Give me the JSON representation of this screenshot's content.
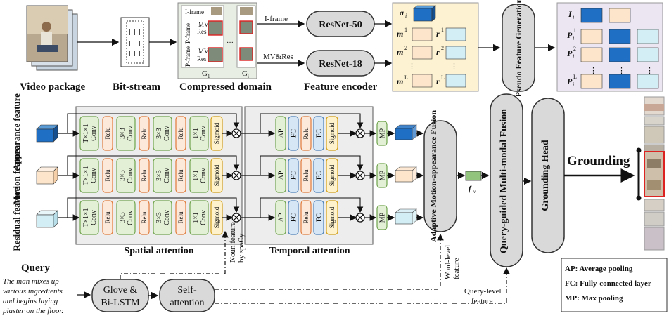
{
  "top": {
    "video_package": "Video package",
    "bitstream": "Bit-stream",
    "compressed_domain": "Compressed domain",
    "feature_encoder": "Feature encoder",
    "iframe_label": "I-frame",
    "pframe_label": "P-frame",
    "mv_label": "MV",
    "res_label": "Res",
    "g1": "G",
    "g1_sub": "1",
    "gi": "G",
    "gi_sub": "i",
    "dots": "···",
    "arrow_iframe": "I-frame",
    "arrow_mvres": "MV&Res",
    "resnet50": "ResNet-50",
    "resnet18": "ResNet-18",
    "pseudo_feature": "Pseudo Feature Generation",
    "feat_a": "a",
    "feat_a_sub": "i",
    "feat_m": "m",
    "feat_r": "r",
    "feat_sup1": "1",
    "feat_sup2": "2",
    "feat_supL": "L",
    "feat_I": "I",
    "feat_I_sub": "i",
    "feat_P": "P",
    "feat_P_sub": "i"
  },
  "middle": {
    "appearance_feature": "Appearance feature",
    "motion_feature": "Motion feature",
    "residual_feature": "Residual feature",
    "spatial_attention": "Spatial attention",
    "temporal_attention": "Temporal attention",
    "conv_txt_1x1a": "T×1×1",
    "conv_txt_1x1b": "Conv",
    "conv_3x3a": "3×3",
    "conv_3x3b": "Conv",
    "conv_1x1a": "1×1",
    "conv_1x1b": "Conv",
    "relu": "Relu",
    "sigmoid": "Sigmoid",
    "ap": "AP",
    "fc": "FC",
    "mp": "MP",
    "adaptive_fusion": "Adaptive Motion-appearance Fusion",
    "fv": "f",
    "fv_sub": "v",
    "query_guided": "Query-guided Multi-modal Fusion",
    "grounding_head": "Grounding Head",
    "grounding": "Grounding"
  },
  "bottom": {
    "query_title": "Query",
    "query_text": [
      "The man mixes up",
      "various ingredients",
      "and begins laying",
      "plaster on the floor."
    ],
    "glove": [
      "Glove &",
      "Bi-LSTM"
    ],
    "self_attention": [
      "Self-",
      "attention"
    ],
    "noun_feature": [
      "Noun feature",
      "by spaCy"
    ],
    "word_level": [
      "Word-level",
      "feature"
    ],
    "query_level": [
      "Query-level",
      "feature"
    ]
  },
  "legend": {
    "ap": "AP: Average pooling",
    "fc": "FC: Fully-connected layer",
    "mp": "MP: Max pooling"
  },
  "colors": {
    "blue_cube": "#1f6fc4",
    "peach_cube": "#fde5cc",
    "light_blue_cube": "#d4eef5",
    "green_block": "#e3f0d6",
    "green_stroke": "#6fa44c",
    "orange_block": "#fde9d9",
    "orange_stroke": "#e07a3a",
    "yellow_block": "#fdf2cc",
    "yellow_stroke": "#d4a017",
    "gray_box": "#d9d9d9",
    "feat_panel_a": "#fdf3d3",
    "feat_panel_b": "#ece6f3",
    "fv_green": "#93c47d"
  }
}
